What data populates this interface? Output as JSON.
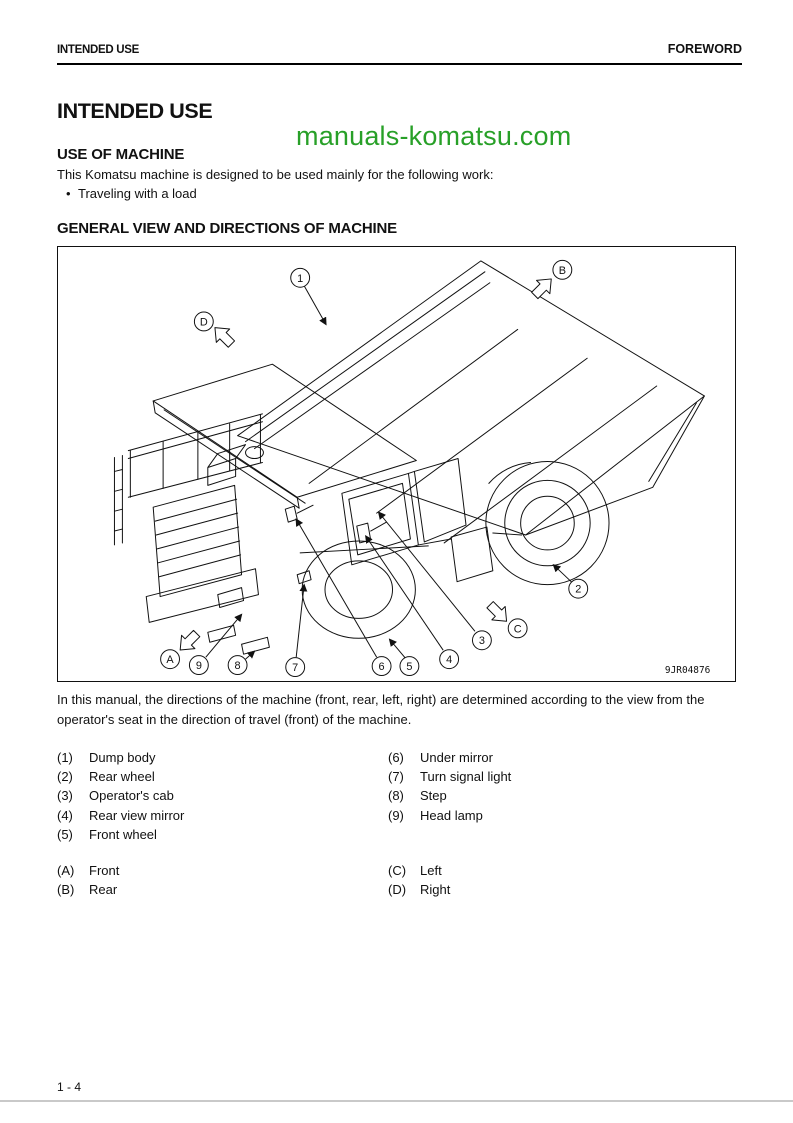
{
  "header": {
    "left": "INTENDED USE",
    "right": "FOREWORD"
  },
  "title": "INTENDED USE",
  "watermark": {
    "text": "manuals-komatsu.com",
    "color": "#28a028"
  },
  "use_of_machine": {
    "heading": "USE OF MACHINE",
    "intro": "This Komatsu machine is designed to be used mainly for the following work:",
    "bullet_char": "•",
    "bullet": "Traveling with a load"
  },
  "general_view": {
    "heading": "GENERAL VIEW AND DIRECTIONS OF MACHINE",
    "caption": "In this manual, the directions of the machine (front, rear, left, right) are determined according to the view from the operator's seat in the direction of travel (front) of the machine."
  },
  "figure": {
    "code": "9JR04876",
    "callouts": {
      "n1": "1",
      "n2": "2",
      "n3": "3",
      "n4": "4",
      "n5": "5",
      "n6": "6",
      "n7": "7",
      "n8": "8",
      "n9": "9",
      "a": "A",
      "b": "B",
      "c": "C",
      "d": "D"
    }
  },
  "legend": {
    "numbered": [
      {
        "id": "(1)",
        "label": "Dump body"
      },
      {
        "id": "(2)",
        "label": "Rear wheel"
      },
      {
        "id": "(3)",
        "label": "Operator's cab"
      },
      {
        "id": "(4)",
        "label": "Rear view mirror"
      },
      {
        "id": "(5)",
        "label": "Front wheel"
      },
      {
        "id": "(6)",
        "label": "Under mirror"
      },
      {
        "id": "(7)",
        "label": "Turn signal light"
      },
      {
        "id": "(8)",
        "label": "Step"
      },
      {
        "id": "(9)",
        "label": "Head lamp"
      }
    ],
    "directions": [
      {
        "id": "(A)",
        "label": "Front"
      },
      {
        "id": "(B)",
        "label": "Rear"
      },
      {
        "id": "(C)",
        "label": "Left"
      },
      {
        "id": "(D)",
        "label": "Right"
      }
    ]
  },
  "footer": {
    "page_number": "1 - 4"
  },
  "colors": {
    "ink": "#111111",
    "watermark_green": "#28a028"
  }
}
